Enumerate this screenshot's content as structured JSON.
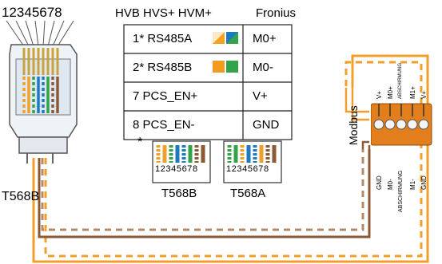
{
  "connector": {
    "pin_numbers": "12345678",
    "standard_label": "T568B"
  },
  "table": {
    "header_left": "HVB HVS+ HVM+",
    "header_right": "Fronius",
    "rows": [
      {
        "left": "1* RS485A",
        "right": "M0+",
        "swatch": [
          "#f6a31b",
          "#1c7ac3"
        ]
      },
      {
        "left": "2* RS485B",
        "right": "M0-",
        "swatch": [
          "#f39b1e",
          "#33a24a"
        ]
      },
      {
        "left": "7  PCS_EN+",
        "right": "V+"
      },
      {
        "left": "8  PCS_EN-",
        "right": "GND"
      }
    ]
  },
  "footnote": {
    "marker": "*",
    "left_pins": "12345678",
    "right_pins": "12345678",
    "left_label": "T568B",
    "right_label": "T568A"
  },
  "terminal": {
    "modbus_label": "Modbus",
    "top_labels": [
      "V+",
      "M0+",
      "ABSCHIRMUNG",
      "M1+",
      "V+"
    ],
    "bottom_labels": [
      "GND",
      "M0-",
      "ABSCHIRMUNG",
      "M1-",
      "GND"
    ]
  },
  "colors": {
    "orange": "#f0a02a",
    "orange_dark": "#e08a18",
    "brown": "#8b5a35",
    "blue": "#1c7ac3",
    "green": "#33a24a",
    "dash_light": "#f2c68f"
  }
}
